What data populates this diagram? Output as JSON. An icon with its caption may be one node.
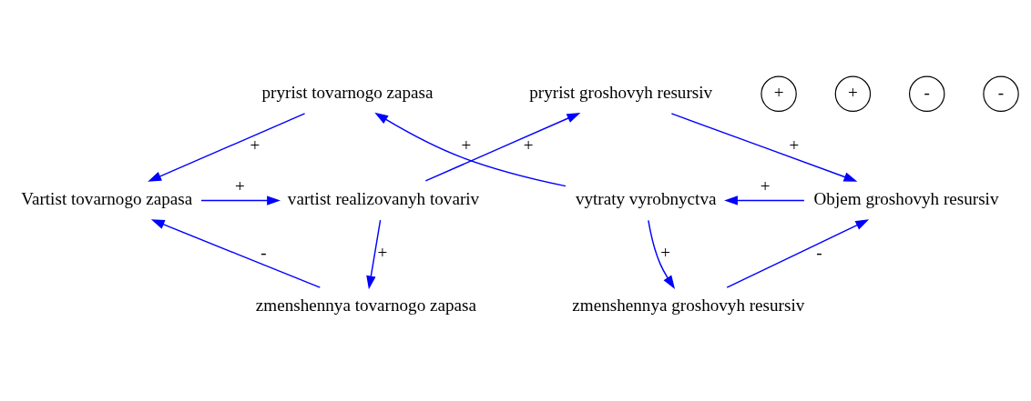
{
  "diagram": {
    "nodes": [
      {
        "text": [
          "pryrist tovarnogo zapasa"
        ]
      },
      {
        "text": [
          "pryrist groshovyh resursiv"
        ]
      },
      {
        "text": [
          "Vartist tovarnogo zapasa"
        ]
      },
      {
        "text": [
          "vartist realizovanyh tovariv"
        ]
      },
      {
        "text": [
          "vytraty vyrobnyctva"
        ]
      },
      {
        "text": [
          "Objem groshovyh resursiv"
        ]
      },
      {
        "text": [
          "zmenshennya tovarnogo zapasa"
        ]
      },
      {
        "text": [
          "zmenshennya groshovyh resursiv"
        ]
      }
    ],
    "edges": [
      {
        "from": 0,
        "to": 2,
        "arrow": "to",
        "label": "+",
        "color": "#0000ff"
      },
      {
        "from": 2,
        "to": 3,
        "arrow": "to",
        "label": "+",
        "color": "#0000ff"
      },
      {
        "from": 3,
        "to": 1,
        "arrow": "to",
        "label": "+",
        "color": "#0000ff"
      },
      {
        "from": 4,
        "to": 0,
        "arrow": "to",
        "label": "+",
        "color": "#0000ff"
      },
      {
        "from": 1,
        "to": 5,
        "arrow": "to",
        "label": "+",
        "color": "#0000ff"
      },
      {
        "from": 5,
        "to": 4,
        "arrow": "to",
        "label": "+",
        "color": "#0000ff"
      },
      {
        "from": 3,
        "to": 6,
        "arrow": "to",
        "label": "+",
        "color": "#0000ff"
      },
      {
        "from": 6,
        "to": 2,
        "arrow": "to",
        "label": "-",
        "color": "#0000ff"
      },
      {
        "from": 4,
        "to": 7,
        "arrow": "to",
        "label": "+",
        "color": "#0000ff"
      },
      {
        "from": 7,
        "to": 5,
        "arrow": "to",
        "label": "-",
        "color": "#0000ff"
      }
    ],
    "labels": [
      "+",
      "+",
      "-",
      "-"
    ]
  }
}
